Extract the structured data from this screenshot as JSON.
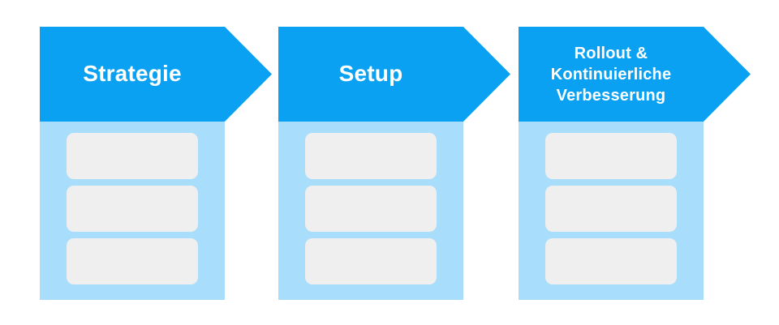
{
  "diagram": {
    "type": "process-flow",
    "background": "#ffffff",
    "colors": {
      "arrow": "#0aa1f2",
      "panel": "#a8ddfb",
      "placeholder_box": "#efefef",
      "label_text": "#ffffff"
    },
    "stages": [
      {
        "label": "Strategie",
        "placeholder_count": 3
      },
      {
        "label": "Setup",
        "placeholder_count": 3
      },
      {
        "label": "Rollout &\nKontinuierliche\nVerbesserung",
        "placeholder_count": 3
      }
    ]
  }
}
